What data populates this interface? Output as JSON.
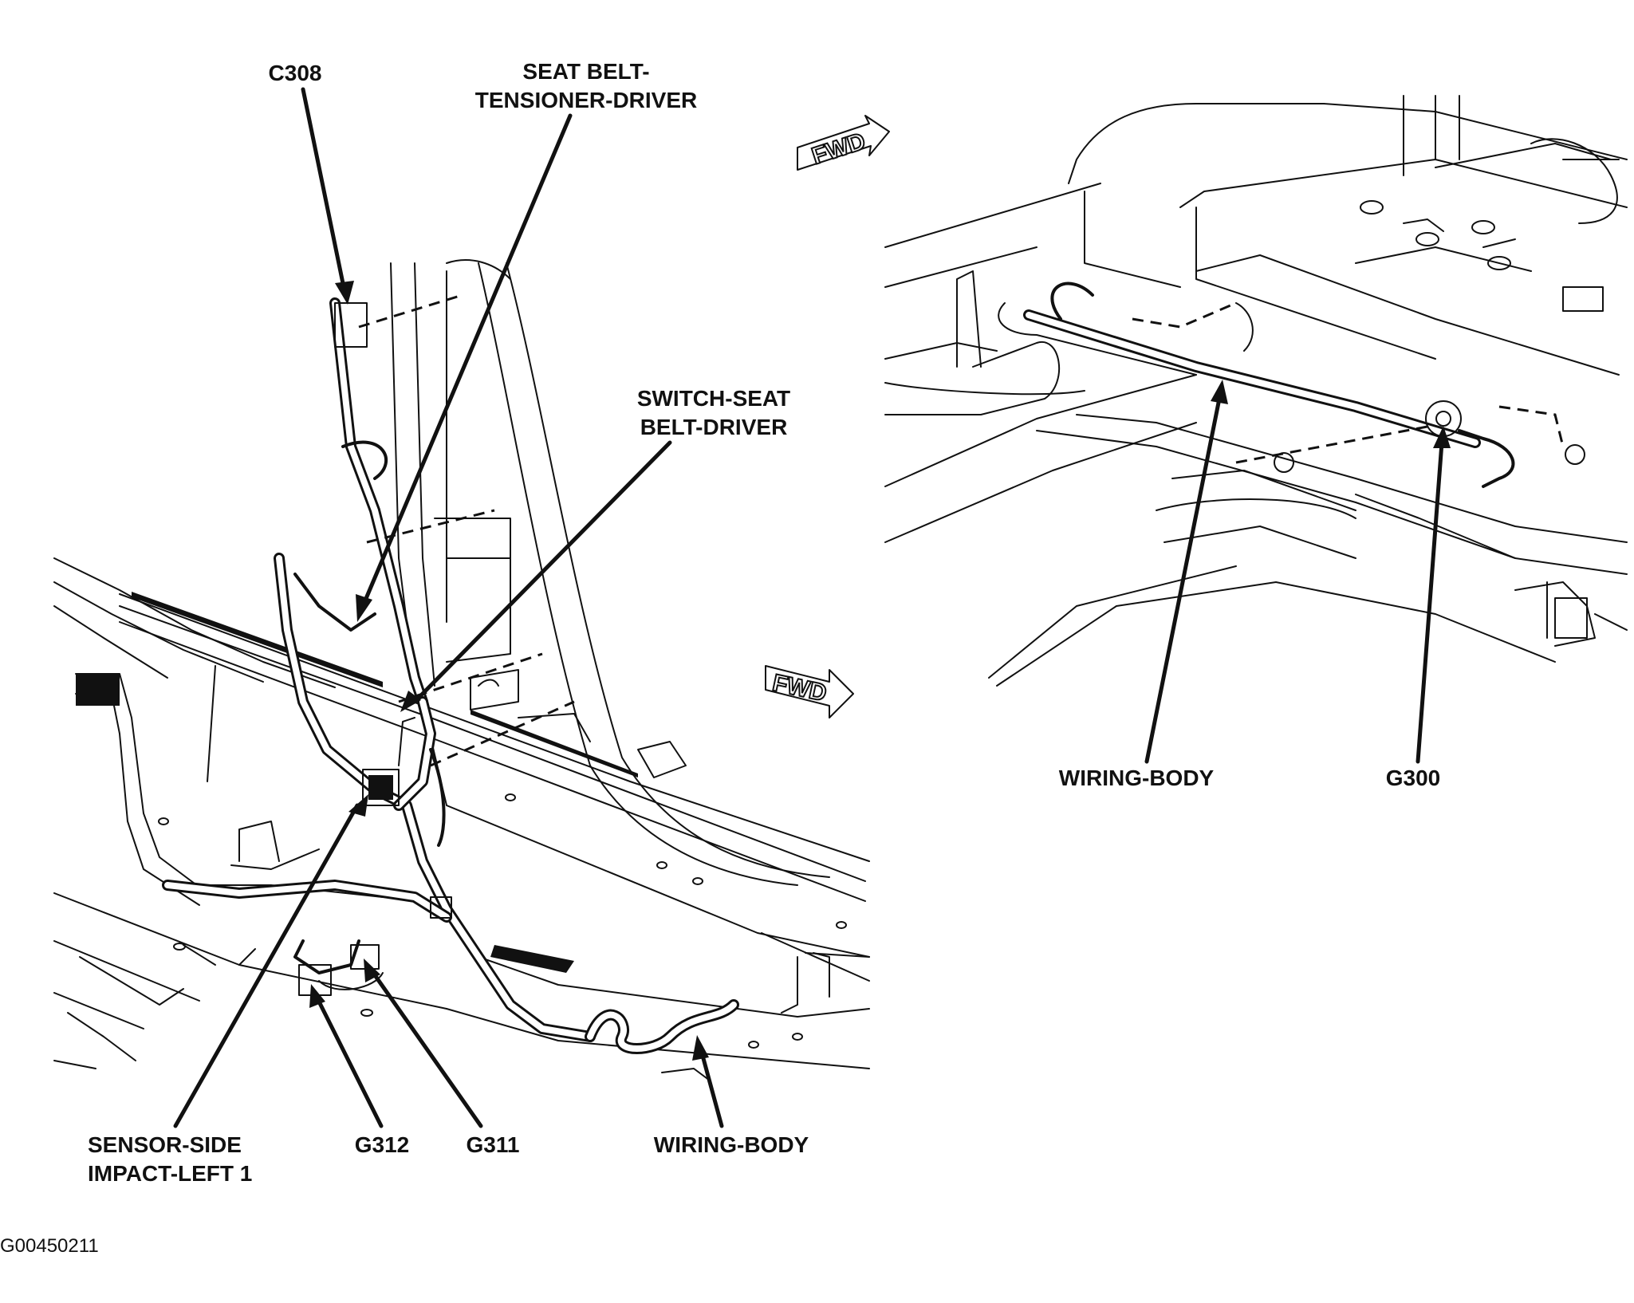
{
  "labels": {
    "c308": "C308",
    "seat_belt_tensioner_l1": "SEAT BELT-",
    "seat_belt_tensioner_l2": "TENSIONER-DRIVER",
    "switch_seat_l1": "SWITCH-SEAT",
    "switch_seat_l2": "BELT-DRIVER",
    "sensor_side_l1": "SENSOR-SIDE",
    "sensor_side_l2": "IMPACT-LEFT 1",
    "g312": "G312",
    "g311": "G311",
    "wiring_body_left": "WIRING-BODY",
    "wiring_body_right": "WIRING-BODY",
    "g300": "G300",
    "fwd_left": "FWD",
    "fwd_right": "FWD"
  },
  "figure_id": "G00450211",
  "icons": {
    "direction_arrow": "fwd-arrow-icon",
    "ground_terminal": "ground-terminal-icon"
  },
  "colors": {
    "line": "#111111",
    "background": "#ffffff"
  }
}
